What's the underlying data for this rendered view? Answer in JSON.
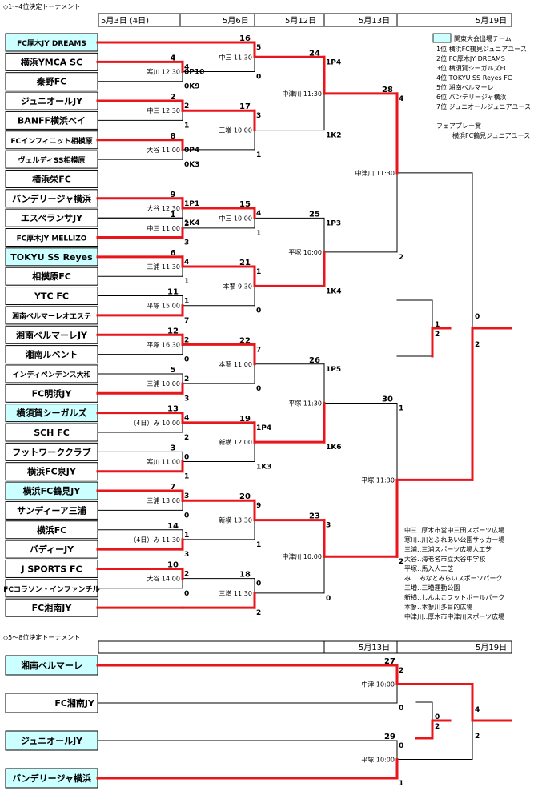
{
  "section1_title": "◇1～4位決定トーナメント",
  "section2_title": "◇5～8位決定トーナメント",
  "header1": {
    "col1": "5月3日 (4日)",
    "col2": "5月6日",
    "col3": "5月12日",
    "col4": "5月13日",
    "col5": "5月19日"
  },
  "header2": {
    "col4": "5月13日",
    "col5": "5月19日"
  },
  "teams": [
    "FC厚木JY DREAMS",
    "横浜YMCA SC",
    "秦野FC",
    "ジュニオールJY",
    "BANFF横浜ベイ",
    "FCインフィニット相模原",
    "ヴェルディSS相模原",
    "横浜栄FC",
    "バンデリージャ横浜",
    "エスペランサJY",
    "FC厚木JY MELLIZO",
    "TOKYU SS Reyes",
    "相模原FC",
    "YTC FC",
    "湘南ベルマーレオエステ",
    "湘南ベルマーレJY",
    "湘南ルベント",
    "インディペンデンス大和",
    "FC明浜JY",
    "横須賀シーガルズ",
    "SCH FC",
    "フットワーククラブ",
    "横浜FC泉JY",
    "横浜FC鶴見JY",
    "サンディーア三浦",
    "横浜FC",
    "バディーJY",
    "J SPORTS FC",
    "FCコラソン・インファンチル",
    "FC湘南JY"
  ],
  "teams2": [
    "湘南ベルマーレ",
    "FC湘南JY",
    "ジュニオールJY",
    "バンデリージャ横浜"
  ],
  "match_numbers": [
    "1",
    "2",
    "3",
    "4",
    "5",
    "6",
    "7",
    "8",
    "9",
    "10",
    "11",
    "12",
    "13",
    "14",
    "15",
    "16",
    "17",
    "18",
    "19",
    "20",
    "21",
    "22",
    "23",
    "24",
    "25",
    "26",
    "27",
    "28",
    "29",
    "30"
  ],
  "venues": {
    "m4": "寒川 12:30",
    "m2": "中三 12:30",
    "m8": "大谷 11:00",
    "m9": "大谷 12:30",
    "m1": "中三 11:00",
    "m6": "三浦 11:30",
    "m11": "平塚 15:00",
    "m12": "平塚 16:30",
    "m5": "三浦 10:00",
    "m13": "（4日）み 10:00",
    "m3": "寒川 11:00",
    "m7": "三浦 13:00",
    "m14": "（4日）み 11:30",
    "m10": "大谷 14:00",
    "m16": "中三 11:30",
    "m17": "三増 10:00",
    "m15": "中三 10:00",
    "m21": "本蓼 9:30",
    "m22": "本蓼 11:00",
    "m19": "新横 12:00",
    "m20": "新横 13:30",
    "m18": "三増 11:30",
    "m24": "中津川 11:30",
    "m25": "平塚 10:00",
    "m26": "平塚 11:30",
    "m23": "中津川 10:00",
    "m28": "中津川 11:30",
    "m30": "平塚 11:30",
    "m27": "中津 10:00",
    "m29": "平塚 10:00"
  },
  "scores": {
    "m4": [
      "4",
      "0P10",
      "0K9"
    ],
    "m2": [
      "2",
      "1"
    ],
    "m8": [
      "8",
      "0P4",
      "0K3"
    ],
    "m9": [
      "1P1",
      "1K4"
    ],
    "m1": [
      "2",
      "3"
    ],
    "m6": [
      "4",
      "1"
    ],
    "m11": [
      "1",
      "7"
    ],
    "m12": [
      "2",
      "0"
    ],
    "m5": [
      "2",
      "3"
    ],
    "m13": [
      "4",
      "2"
    ],
    "m3": [
      "0",
      "1"
    ],
    "m7": [
      "3",
      "0"
    ],
    "m14": [
      "1",
      "3"
    ],
    "m10": [
      "2",
      "0"
    ],
    "m16": [
      "5",
      "0"
    ],
    "m17": [
      "3",
      "1"
    ],
    "m15": [
      "4",
      "1"
    ],
    "m21": [
      "1",
      "0"
    ],
    "m22": [
      "7",
      "0"
    ],
    "m19": [
      "1P4",
      "1K3"
    ],
    "m20": [
      "9",
      "1"
    ],
    "m18": [
      "0",
      "2"
    ],
    "m24": [
      "1P4",
      "1K2"
    ],
    "m25": [
      "1P3",
      "1K4"
    ],
    "m26": [
      "1P5",
      "1K6"
    ],
    "m23": [
      "3",
      "0"
    ],
    "m28": [
      "4",
      "2"
    ],
    "m30": [
      "1",
      "2"
    ],
    "third": [
      "1",
      "2"
    ],
    "final": [
      "0",
      "2"
    ],
    "m27": [
      "2",
      "0"
    ],
    "m29": [
      "0",
      "1"
    ],
    "s7": [
      "0",
      "2"
    ],
    "s5": [
      "4",
      "2"
    ]
  },
  "legend": {
    "title": "関東大会出場チーム",
    "ranks": [
      "1位 横浜FC鶴見ジュニアユース",
      "2位 FC厚木JY DREAMS",
      "3位 横須賀シーガルズFC",
      "4位 TOKYU SS Reyes FC",
      "5位 湘南ベルマーレ",
      "6位 バンデリージャ横浜",
      "7位 ジュニオールジュニアユース"
    ],
    "fairplay_title": "フェアプレー賞",
    "fairplay_team": "横浜FC鶴見ジュニアユース"
  },
  "venue_legend": [
    "中三‥厚木市営中三田スポーツ広場",
    "寒川‥川とふれあい公園サッカー場",
    "三浦‥三浦スポーツ広場人工芝",
    "大谷‥海老名市立大谷中学校",
    "平塚‥馬入人工芝",
    "み‥‥みなとみらいスポーツパーク",
    "三増‥三増運動公園",
    "新横‥しんよこフットボールパーク",
    "本蓼‥本蓼川多目的広場",
    "中津川‥厚木市中津川スポーツ広場"
  ],
  "colors": {
    "win": "#e8151b",
    "line": "#000000",
    "kanto": "#ccffff",
    "border": "#000000"
  }
}
